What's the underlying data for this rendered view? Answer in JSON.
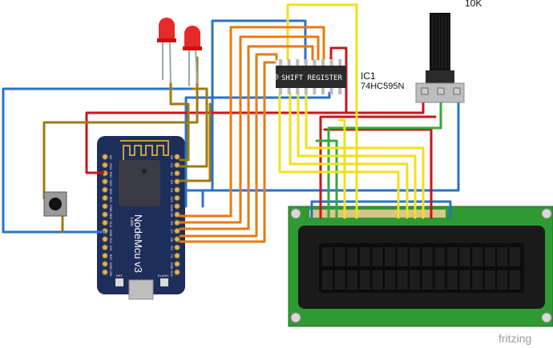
{
  "potentiometer": {
    "value_label": "10K"
  },
  "ic": {
    "ref": "IC1",
    "part": "74HC595N",
    "body_text": "SHIFT REGISTER"
  },
  "nodemcu": {
    "name": "NodeMcu v3",
    "sub": "Lolin",
    "btn_rst": "RST",
    "btn_flash": "FLASH",
    "left_pins": [
      "A0",
      "RSV",
      "RSV",
      "SD3",
      "SD2",
      "SD1",
      "CMD",
      "SD0",
      "CLK",
      "GND",
      "3V3",
      "EN",
      "RST",
      "GND",
      "VIN"
    ],
    "right_pins": [
      "D0",
      "D1",
      "D2",
      "D3",
      "D4",
      "3V3",
      "GND",
      "D5",
      "D6",
      "D7",
      "D8",
      "RX",
      "TX",
      "GND",
      "3V3"
    ]
  },
  "watermark": "fritzing",
  "colors": {
    "wire_blue": "#2a72c6",
    "wire_red": "#c8161b",
    "wire_green": "#35a936",
    "wire_yellow": "#f0e11c",
    "wire_orange": "#e87a12",
    "wire_brown": "#a07a10",
    "pcb_green": "#2f9a33",
    "board_navy": "#1e2e5a"
  }
}
